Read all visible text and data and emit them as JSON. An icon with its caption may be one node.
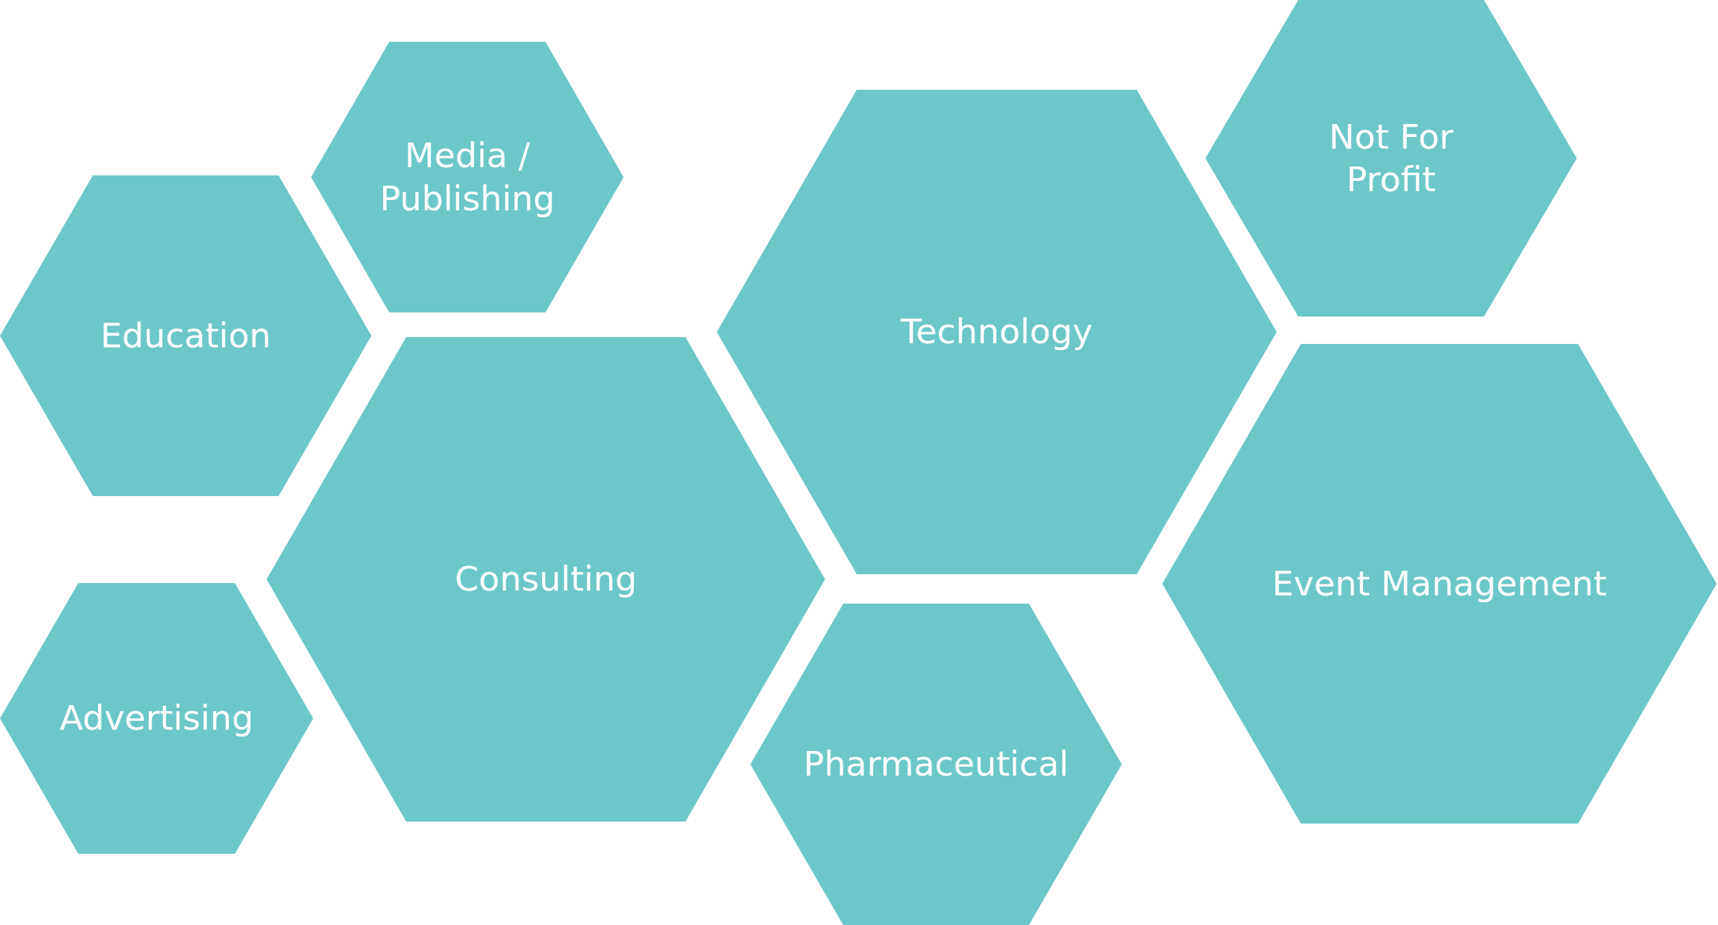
{
  "diagram": {
    "nodes": [
      {
        "text": [
          "Media / Publishing"
        ]
      },
      {
        "text": [
          "Education"
        ]
      },
      {
        "text": [
          "Consulting"
        ]
      },
      {
        "text": [
          "Advertising"
        ]
      },
      {
        "text": [
          "Technology"
        ]
      },
      {
        "text": [
          "Pharmaceutical"
        ]
      },
      {
        "text": [
          "Not For Profit"
        ]
      },
      {
        "text": [
          "Event Management"
        ]
      }
    ]
  }
}
